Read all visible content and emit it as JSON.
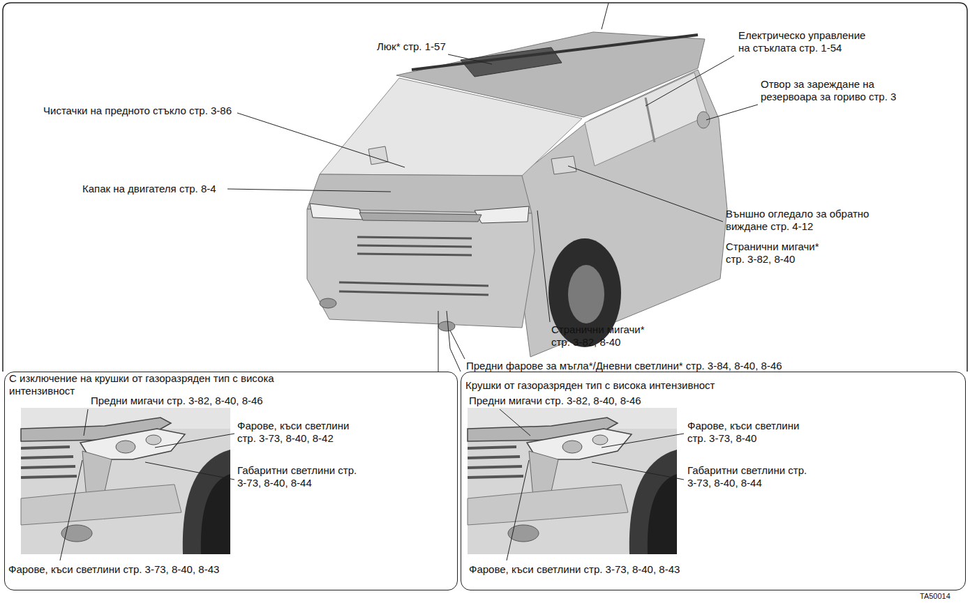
{
  "diagram": {
    "nodes": [
      {
        "text": [
          "С изключение на крушки от газоразряден тип с висока интензивност"
        ]
      },
      {
        "text": [
          "Крушки от газоразряден тип с висока интензивност"
        ]
      }
    ],
    "labels": [
      "Люк* стр. 1-57",
      "Електрическо управление на стъклата стр. 1-54",
      "Отвор за зареждане на резервоара за гориво стр. 3",
      "Чистачки на предното стъкло стр. 3-86",
      "Капак на двигателя стр. 8-4",
      "Външно огледало за обратно виждане стр. 4-12",
      "Странични мигачи* стр. 3-82, 8-40",
      "Странични мигачи* стр. 3-82, 8-40",
      "Предни фарове за мъгла*/Дневни светлини* стр. 3-84, 8-40, 8-46",
      "Предни мигачи стр. 3-82, 8-40, 8-46",
      "Фарове, къси светлини стр. 3-73, 8-40, 8-42",
      "Габаритни светлини стр. 3-73, 8-40, 8-44",
      "Фарове, къси светлини стр. 3-73, 8-40, 8-43",
      "Предни мигачи стр. 3-82, 8-40, 8-46",
      "Фарове, къси светлини стр. 3-73, 8-40",
      "Габаритни светлини стр. 3-73, 8-40, 8-44",
      "Фарове, къси светлини стр. 3-73, 8-40, 8-43",
      "TA50014"
    ]
  }
}
